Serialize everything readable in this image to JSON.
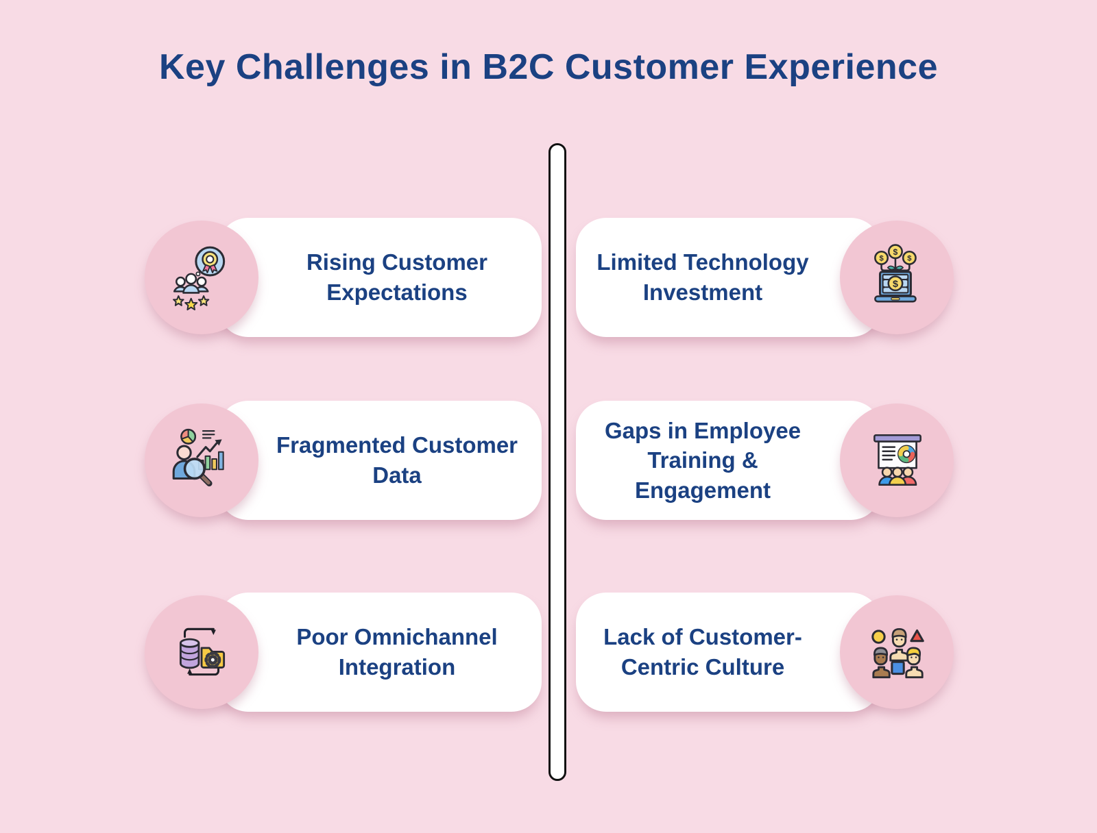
{
  "title": "Key Challenges in B2C Customer Experience",
  "theme": {
    "background": "#f8dbe5",
    "card_background": "#ffffff",
    "accent_circle": "#f2c6d3",
    "text_color": "#1b4182",
    "divider_fill": "#ffffff",
    "divider_outline": "#111111"
  },
  "divider": {
    "name": "center-divider"
  },
  "cards": [
    {
      "label": "Rising Customer\nExpectations",
      "icon": "customer-award-icon",
      "side": "left",
      "row": 1
    },
    {
      "label": "Limited Technology\nInvestment",
      "icon": "tech-investment-icon",
      "side": "right",
      "row": 1
    },
    {
      "label": "Fragmented Customer\nData",
      "icon": "customer-data-analysis-icon",
      "side": "left",
      "row": 2
    },
    {
      "label": "Gaps in Employee\nTraining &\nEngagement",
      "icon": "employee-training-icon",
      "side": "right",
      "row": 2
    },
    {
      "label": "Poor Omnichannel\nIntegration",
      "icon": "omnichannel-integration-icon",
      "side": "left",
      "row": 3
    },
    {
      "label": "Lack of Customer-\nCentric Culture",
      "icon": "customer-centric-culture-icon",
      "side": "right",
      "row": 3
    }
  ]
}
